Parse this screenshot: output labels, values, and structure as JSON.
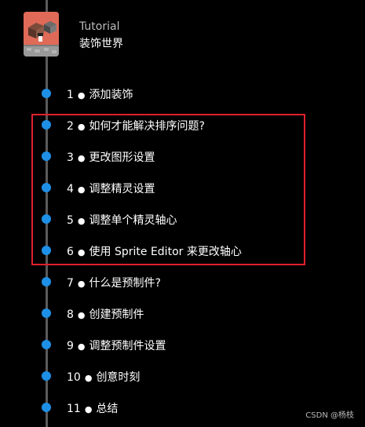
{
  "header": {
    "subtitle": "Tutorial",
    "title": "装饰世界"
  },
  "steps": [
    {
      "number": "1",
      "bullet": "●",
      "label": "添加装饰"
    },
    {
      "number": "2",
      "bullet": "●",
      "label": "如何才能解决排序问题?"
    },
    {
      "number": "3",
      "bullet": "●",
      "label": "更改图形设置"
    },
    {
      "number": "4",
      "bullet": "●",
      "label": "调整精灵设置"
    },
    {
      "number": "5",
      "bullet": "●",
      "label": "调整单个精灵轴心"
    },
    {
      "number": "6",
      "bullet": "●",
      "label": "使用 Sprite Editor 来更改轴心"
    },
    {
      "number": "7",
      "bullet": "●",
      "label": "什么是预制件?"
    },
    {
      "number": "8",
      "bullet": "●",
      "label": "创建预制件"
    },
    {
      "number": "9",
      "bullet": "●",
      "label": "调整预制件设置"
    },
    {
      "number": "10",
      "bullet": "●",
      "label": "创意时刻"
    },
    {
      "number": "11",
      "bullet": "●",
      "label": "总结"
    }
  ],
  "watermark": "CSDN @杨枝",
  "colors": {
    "background": "#000000",
    "timeline": "#5a5a5a",
    "dot": "#1e8fe6",
    "highlight": "#e0202e",
    "thumbnail_bg": "#e06a58"
  },
  "icons": {
    "thumbnail": "tutorial-thumbnail-image",
    "step_marker": "timeline-dot-icon"
  }
}
